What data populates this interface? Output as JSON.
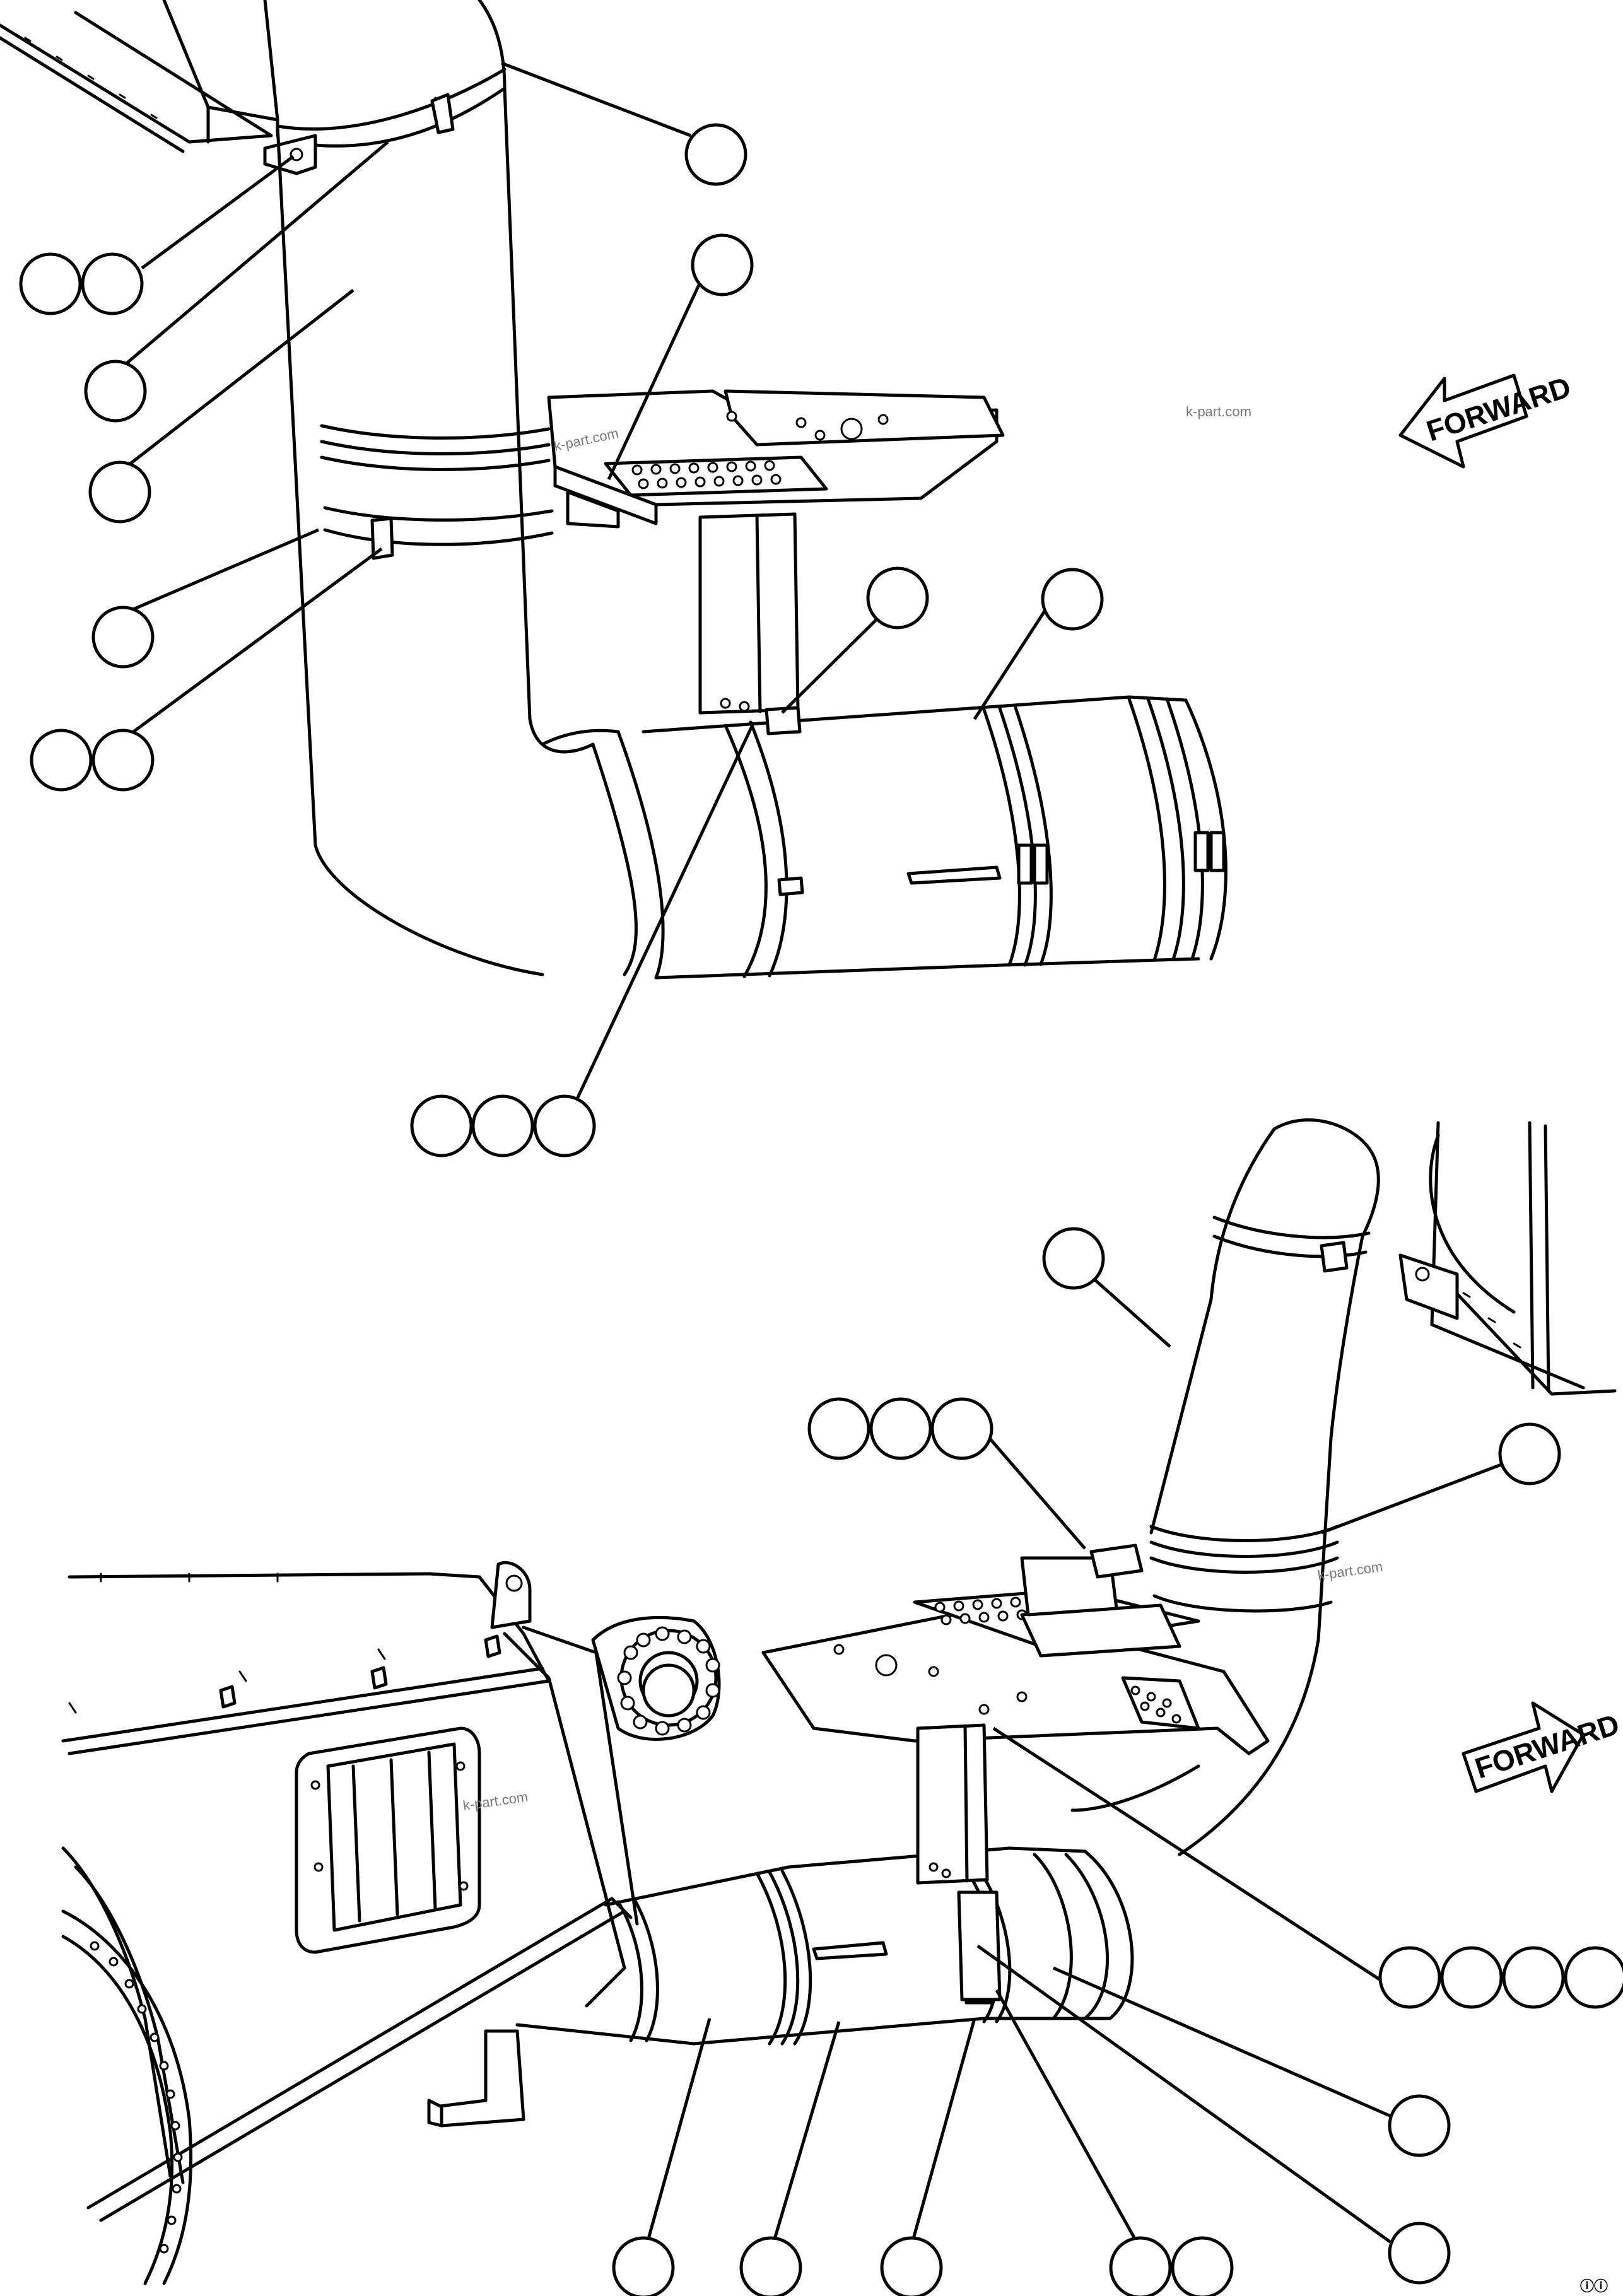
{
  "labels": {
    "forward_top": "FORWARD",
    "forward_bottom": "FORWARD",
    "watermark_1": "k-part.com",
    "watermark_2": "k-part.com",
    "watermark_3": "k-part.com",
    "watermark_4": "k-part.com",
    "sheet_code": "ⓘⓘ"
  },
  "icons": {
    "forward_arrow": "left-arrow-icon",
    "forward_arrow_bottom": "right-arrow-icon",
    "callout_balloon": "circle-callout-icon"
  },
  "colors": {
    "line": "#000000",
    "background": "#ffffff",
    "watermark": "#7a7a7a"
  }
}
